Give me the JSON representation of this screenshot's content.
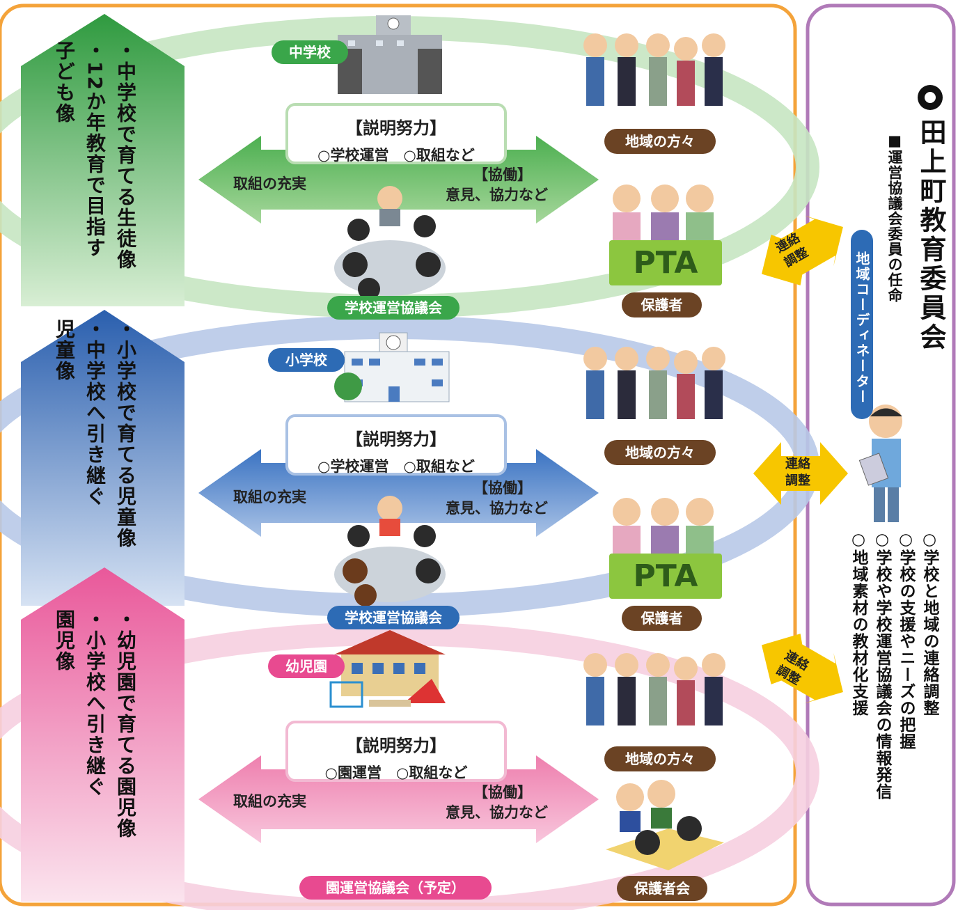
{
  "colors": {
    "green": "#3aa64a",
    "blue": "#2d6bb5",
    "pink": "#e84a90",
    "orange_frame": "#f4a33a",
    "purple_frame": "#b07ab8",
    "brown_pill": "#6b4324",
    "yellow_arrow": "#f7c600"
  },
  "left_columns": [
    {
      "lines": [
        "・中学校で育てる生徒像",
        "・12か年教育で目指す",
        "子ども像"
      ]
    },
    {
      "lines": [
        "・小学校で育てる児童像",
        "・中学校へ引き継ぐ",
        "児童像"
      ]
    },
    {
      "lines": [
        "・幼児園で育てる園児像",
        "・小学校へ引き継ぐ",
        "園児像"
      ]
    }
  ],
  "sections": [
    {
      "school": "中学校",
      "box_title": "【説明努力】",
      "box_sub": "○学校運営　○取組など",
      "left_label": "取組の充実",
      "right_title": "【協働】",
      "right_sub": "意見、協力など",
      "council": "学校運営協議会",
      "community": "地域の方々",
      "guardian": "保護者",
      "pta": "PTA"
    },
    {
      "school": "小学校",
      "box_title": "【説明努力】",
      "box_sub": "○学校運営　○取組など",
      "left_label": "取組の充実",
      "right_title": "【協働】",
      "right_sub": "意見、協力など",
      "council": "学校運営協議会",
      "community": "地域の方々",
      "guardian": "保護者",
      "pta": "PTA"
    },
    {
      "school": "幼児園",
      "box_title": "【説明努力】",
      "box_sub": "○園運営　○取組など",
      "left_label": "取組の充実",
      "right_title": "【協働】",
      "right_sub": "意見、協力など",
      "council": "園運営協議会（予定）",
      "community": "地域の方々",
      "guardian": "保護者会"
    }
  ],
  "liaison": {
    "line1": "連絡",
    "line2": "調整"
  },
  "right_panel": {
    "title": "田上町教育委員会",
    "appointment": "■運営協議会委員の任命",
    "coordinator": "地域コーディネーター",
    "duties": [
      "○学校と地域の連絡調整",
      "○学校の支援やニーズの把握",
      "○学校や学校運営協議会の情報発信",
      "○地域素材の教材化支援"
    ]
  }
}
